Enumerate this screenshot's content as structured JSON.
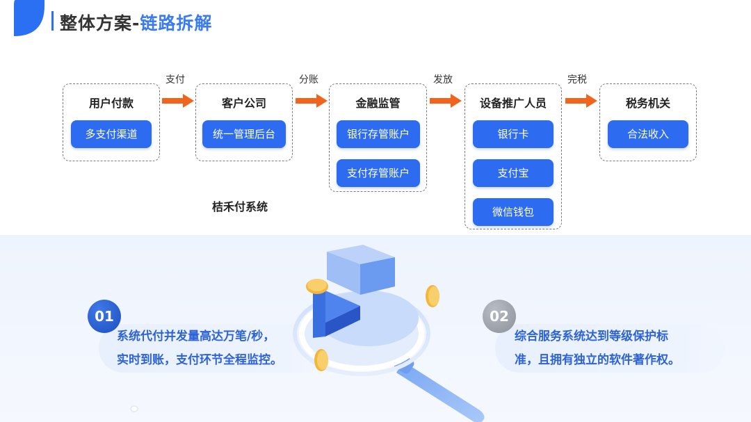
{
  "header": {
    "title_main": "整体方案",
    "title_sep": "-",
    "title_sub": "链路拆解"
  },
  "colors": {
    "accent_blue": "#2d6bf0",
    "title_blue": "#3a7af5",
    "arrow_orange": "#f0641e",
    "feature_text_blue": "#2d63d6"
  },
  "flow": {
    "nodes": [
      {
        "title": "用户付款",
        "items": [
          "多支付渠道"
        ]
      },
      {
        "title": "客户公司",
        "items": [
          "统一管理后台"
        ]
      },
      {
        "title": "金融监管",
        "items": [
          "银行存管账户",
          "支付存管账户"
        ]
      },
      {
        "title": "设备推广人员",
        "items": [
          "银行卡",
          "支付宝",
          "微信钱包"
        ]
      },
      {
        "title": "税务机关",
        "items": [
          "合法收入"
        ]
      }
    ],
    "edges": [
      "支付",
      "分账",
      "发放",
      "完税"
    ],
    "system_label": "桔禾付系统"
  },
  "features": [
    {
      "num": "01",
      "lines": [
        "系统代付并发量高达万笔/秒，",
        "实时到账，支付环节全程监控。"
      ]
    },
    {
      "num": "02",
      "lines": [
        "综合服务系统达到等级保护标",
        "准，且拥有独立的软件著作权。"
      ]
    }
  ],
  "icons": {
    "corner": "corner-shape-icon",
    "arrow": "arrow-right-icon",
    "illustration": "magnifier-pie-chart-icon",
    "coin": "coin-icon"
  }
}
